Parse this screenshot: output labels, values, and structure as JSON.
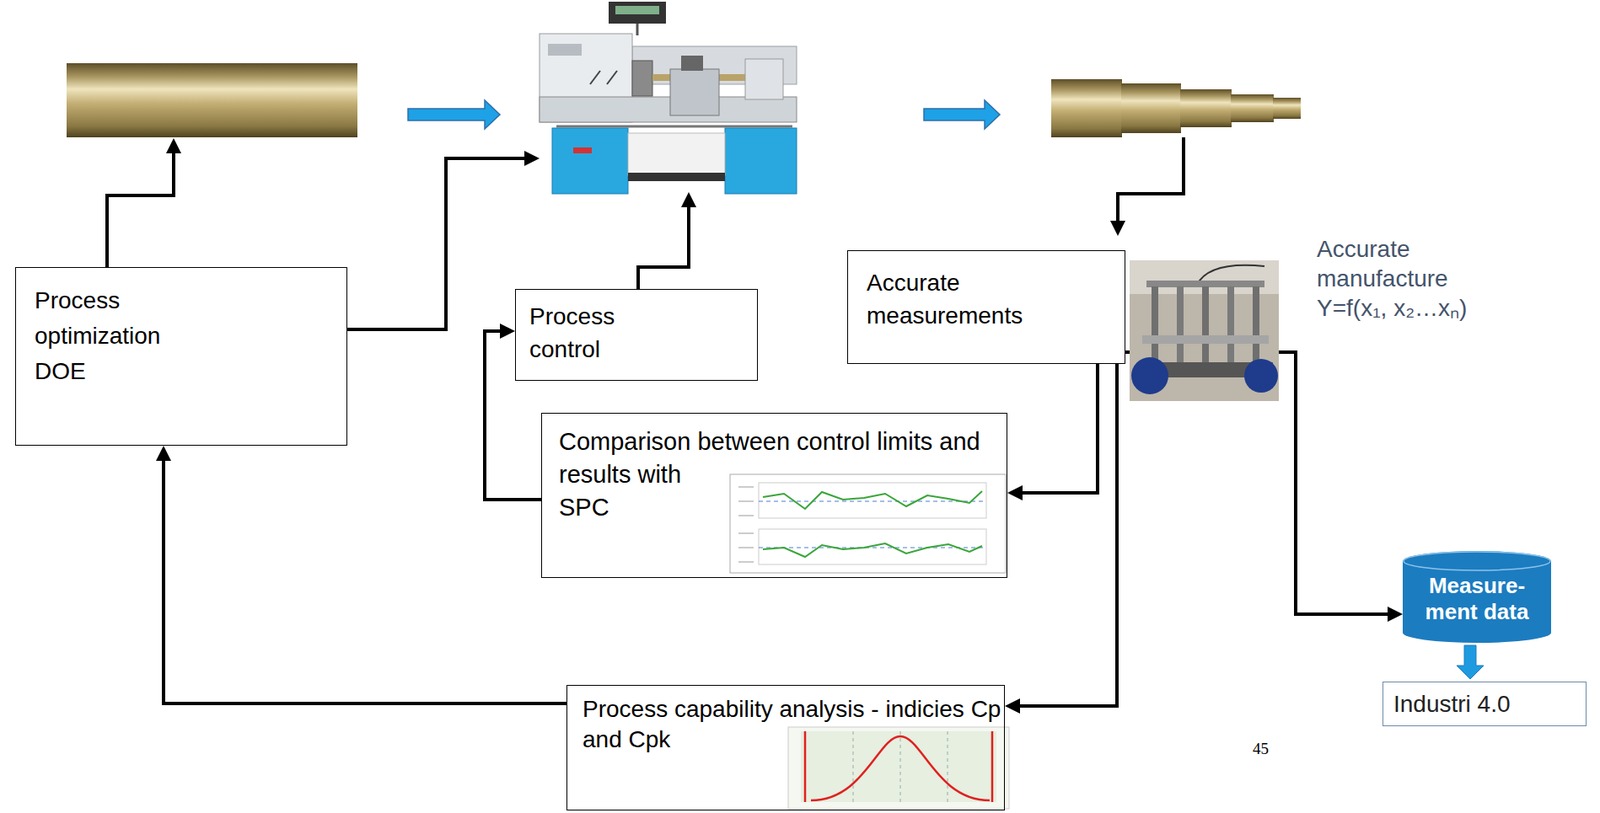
{
  "diagram": {
    "nodes": [
      {
        "text": [
          "Process optimization DOE"
        ]
      },
      {
        "text": [
          "Process control"
        ]
      },
      {
        "text": [
          "Accurate measurements"
        ]
      },
      {
        "text": [
          "Comparison between control limits and results with SPC"
        ]
      },
      {
        "text": [
          "Process capability analysis - indicies Cp and Cpk"
        ]
      },
      {
        "text": [
          "Measure-ment data"
        ]
      },
      {
        "text": [
          "Industri 4.0"
        ]
      }
    ],
    "edges": [
      {
        "from": 2,
        "to": 3,
        "arrow": "to"
      },
      {
        "from": 3,
        "to": 1,
        "arrow": "to"
      },
      {
        "from": 2,
        "to": 4,
        "arrow": "to"
      },
      {
        "from": 4,
        "to": 0,
        "arrow": "to"
      },
      {
        "from": 2,
        "to": 5,
        "arrow": "to"
      },
      {
        "from": 5,
        "to": 6,
        "arrow": "to"
      }
    ],
    "labels": [
      "Accurate manufacture Y=f(x₁, x₂…xₙ)",
      "45"
    ]
  }
}
